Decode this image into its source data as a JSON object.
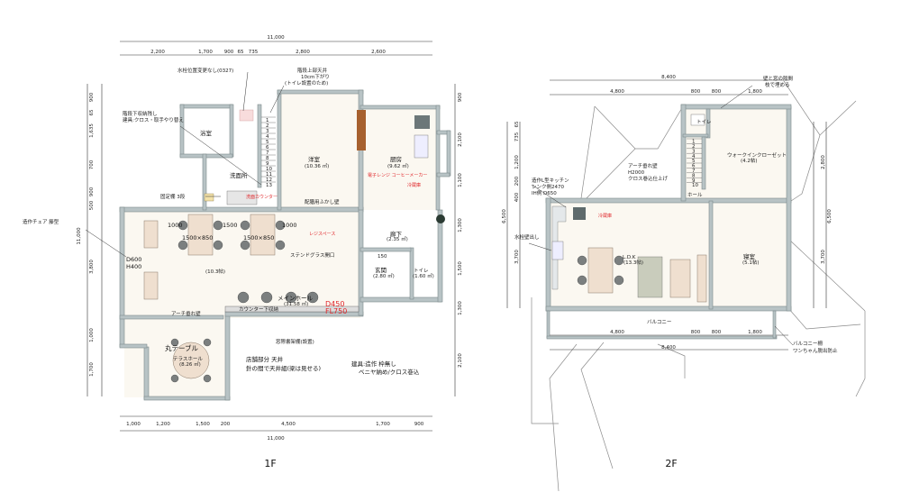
{
  "floor1": {
    "label": "1F",
    "dims_top_total": "11,000",
    "dims_top": [
      "2,200",
      "1,700",
      "900",
      "65",
      "735",
      "2,800",
      "2,600"
    ],
    "dims_bottom": [
      "1,000",
      "1,200",
      "1,500",
      "200",
      "4,500",
      "1,700",
      "900"
    ],
    "dims_bottom_total": "11,000",
    "dims_left": [
      "900",
      "65",
      "1,635",
      "700",
      "900",
      "500"
    ],
    "dims_left2": [
      "3,800",
      "1,000",
      "1,700"
    ],
    "dims_left_total": "11,000",
    "dims_right": [
      "900",
      "2,100",
      "1,100",
      "1,300",
      "1,500",
      "1,300",
      "2,100"
    ],
    "rooms": {
      "bath": "浴室",
      "washroom": "洗面所",
      "western": "洋室",
      "western_area": "(10.36 ㎡)",
      "kitchen": "厨房",
      "kitchen_area": "(9.62 ㎡)",
      "corridor": "廊下",
      "corridor_area": "(2.35 ㎡)",
      "entrance": "玄関",
      "entrance_area": "(2.80 ㎡)",
      "toilet": "トイレ",
      "toilet_area": "(1.60 ㎡)",
      "main_hall": "メインホール",
      "main_hall_area": "(31.58 ㎡)",
      "hall_center": "(10.3帖)",
      "terrace_hall": "テラスホール",
      "terrace_area": "(8.26 ㎡)",
      "terrace_table": "丸テーブル"
    },
    "notes": {
      "faucet": "水栓位置変更なし(0327)",
      "stair_ceiling_1": "階段上部天井",
      "stair_ceiling_2": "10cm下がり",
      "stair_ceiling_3": "(トイレ設置のため)",
      "under_stair_1": "階段下収納残し",
      "under_stair_2": "建具:クロス・取手やり替え",
      "fixed_shelf": "固定棚 3段",
      "partition": "配膳用ふかし壁",
      "stained_glass": "ステンドグラス開口",
      "arch_wall": "アーチ垂れ壁",
      "chair": "造作チェア 籐型",
      "d600": "D600",
      "h400": "H400",
      "table1": "1500×850",
      "table2": "1500×850",
      "gap1": "1000",
      "gap2": "1500",
      "gap3": "1000",
      "d450": "D450",
      "fl750": "FL750",
      "counter_note": "カウンター下収納",
      "display": "窓際書架棚(設置)",
      "store_ceiling_1": "店舗部分 天井",
      "store_ceiling_2": "針の間で天井組(梁は見せる)",
      "fittings_1": "建具:造作 枠無し",
      "fittings_2": "ベニヤ納め/クロス巻込",
      "register": "レジスペース",
      "stove": "電子レンジ コーヒーメーカー",
      "fridge": "冷蔵庫",
      "wash_counter": "洗面カウンター",
      "step": "150",
      "stair_nums": [
        "1",
        "2",
        "3",
        "4",
        "5",
        "6",
        "7",
        "8",
        "9",
        "10",
        "11",
        "12",
        "13"
      ]
    }
  },
  "floor2": {
    "label": "2F",
    "dims_top_total": "8,400",
    "dims_top": [
      "4,800",
      "800",
      "800",
      "1,800"
    ],
    "dims_bottom": [
      "4,800",
      "800",
      "800",
      "1,800"
    ],
    "dims_bottom_total": "8,400",
    "dims_left": [
      "65",
      "735",
      "1,200",
      "200",
      "400",
      "3,700"
    ],
    "dims_left_total": "6,500",
    "dims_right": [
      "2,800",
      "3,700"
    ],
    "dims_right_total": "6,500",
    "rooms": {
      "toilet": "トイレ",
      "wic": "ウォークインクローゼット",
      "wic_area": "(4.2帖)",
      "hall": "ホール",
      "ldk": "L.D.K",
      "ldk_area": "(13.3帖)",
      "bedroom": "寝室",
      "bedroom_area": "(5.1帖)",
      "balcony": "バルコニー"
    },
    "notes": {
      "wall_gap_1": "壁と窓の隙間",
      "wall_gap_2": "枝で埋める",
      "arch_1": "アーチ垂れ壁",
      "arch_2": "H2000",
      "arch_3": "クロス巻込仕上げ",
      "kitchen_1": "造作L型キッチン",
      "kitchen_2": "シンク側2470",
      "kitchen_3": "IH側 D650",
      "faucet": "水栓壁出し",
      "fridge": "冷蔵庫",
      "balcony_1": "バルコニー柵",
      "balcony_2": "ワンちゃん脱出防止",
      "stair_nums": [
        "1",
        "2",
        "3",
        "4",
        "5",
        "6",
        "7",
        "8",
        "9",
        "10"
      ]
    }
  }
}
